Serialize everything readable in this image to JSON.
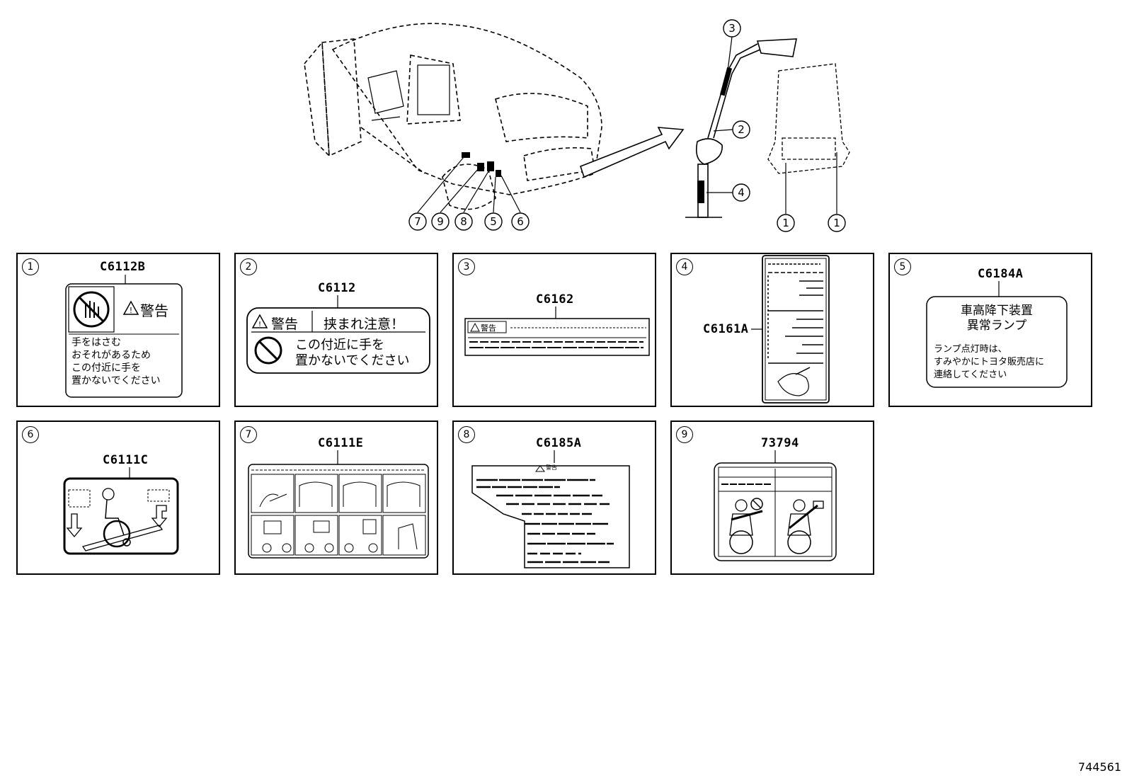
{
  "figure_id": "744561",
  "callouts": [
    "1",
    "2",
    "3",
    "4",
    "5",
    "6",
    "7",
    "8",
    "9"
  ],
  "panels": [
    {
      "num": "1",
      "code": "C6112B",
      "lines": [
        "警告",
        "手をはさむ",
        "おそれがあるため",
        "この付近に手を",
        "置かないでください"
      ]
    },
    {
      "num": "2",
      "code": "C6112",
      "lines": [
        "警告",
        "挟まれ注意！",
        "この付近に手を",
        "置かないでください"
      ]
    },
    {
      "num": "3",
      "code": "C6162",
      "lines": [
        "警告"
      ]
    },
    {
      "num": "4",
      "code": "C6161A",
      "lines": []
    },
    {
      "num": "5",
      "code": "C6184A",
      "lines": [
        "車高降下装置",
        "異常ランプ",
        "ランプ点灯時は、",
        "すみやかにトヨタ販売店に",
        "連絡してください"
      ]
    },
    {
      "num": "6",
      "code": "C6111C",
      "lines": []
    },
    {
      "num": "7",
      "code": "C6111E",
      "lines": []
    },
    {
      "num": "8",
      "code": "C6185A",
      "lines": [
        "警告"
      ]
    },
    {
      "num": "9",
      "code": "73794",
      "lines": []
    }
  ]
}
